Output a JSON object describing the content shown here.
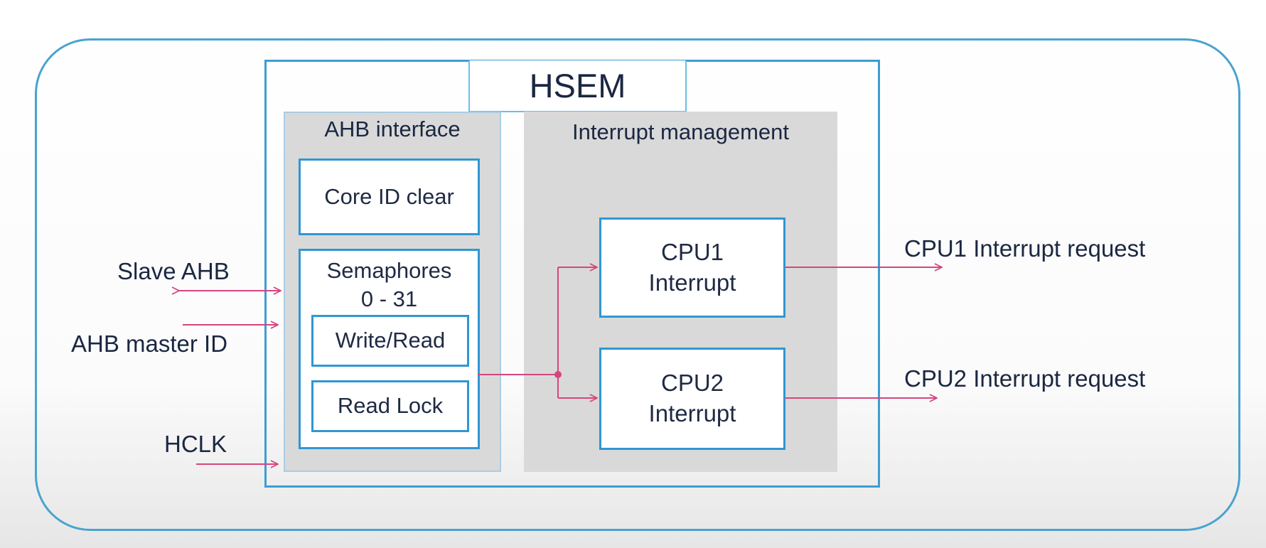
{
  "diagram": {
    "title": "HSEM",
    "ahb_interface": {
      "title": "AHB interface",
      "core_id_clear": "Core ID clear",
      "semaphores_line1": "Semaphores",
      "semaphores_line2": "0 - 31",
      "write_read": "Write/Read",
      "read_lock": "Read Lock"
    },
    "interrupt_management": {
      "title": "Interrupt management",
      "cpu1_line1": "CPU1",
      "cpu1_line2": "Interrupt",
      "cpu2_line1": "CPU2",
      "cpu2_line2": "Interrupt"
    },
    "inputs": {
      "slave_ahb": "Slave AHB",
      "ahb_master_id": "AHB master ID",
      "hclk": "HCLK"
    },
    "outputs": {
      "cpu1_request": "CPU1 Interrupt request",
      "cpu2_request": "CPU2 Interrupt request"
    }
  },
  "colors": {
    "frame_blue": "#4aa3cf",
    "box_blue": "#2f97d3",
    "panel_grey": "#d9d9d9",
    "signal_pink": "#d6457e",
    "text_navy": "#1b2742"
  }
}
